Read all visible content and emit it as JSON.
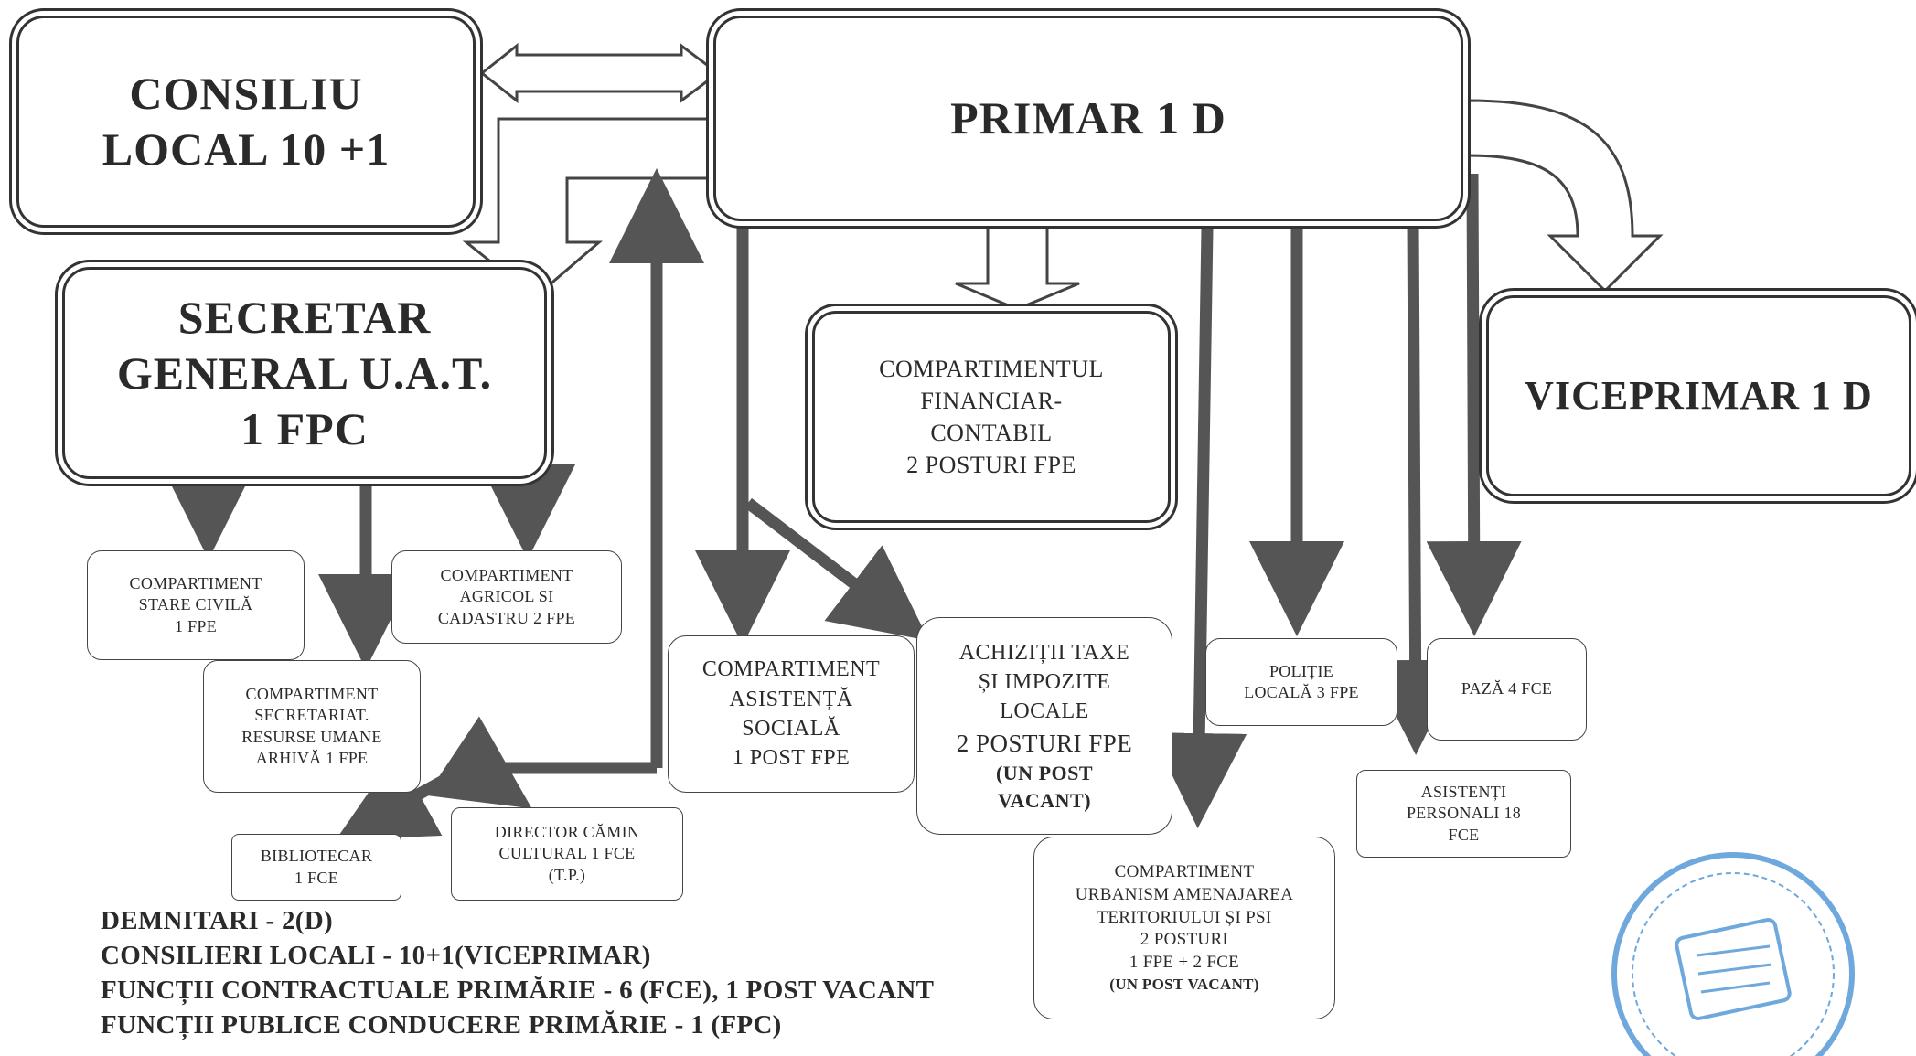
{
  "boxes": {
    "consiliu": {
      "lines": [
        "CONSILIU",
        "LOCAL 10 +1"
      ]
    },
    "primar": {
      "lines": [
        "PRIMAR 1 D"
      ]
    },
    "secretar": {
      "lines": [
        "SECRETAR",
        "GENERAL U.A.T.",
        "1 FPC"
      ]
    },
    "viceprimar": {
      "lines": [
        "VICEPRIMAR 1 D"
      ]
    },
    "financiar": {
      "lines": [
        "COMPARTIMENTUL",
        "FINANCIAR-",
        "CONTABIL",
        "2 POSTURI FPE"
      ]
    },
    "stare_civila": {
      "lines": [
        "COMPARTIMENT",
        "STARE CIVILĂ",
        "1 FPE"
      ]
    },
    "agricol": {
      "lines": [
        "COMPARTIMENT",
        "AGRICOL  SI",
        "CADASTRU 2 FPE"
      ]
    },
    "secretariat": {
      "lines": [
        "COMPARTIMENT",
        "SECRETARIAT.",
        "RESURSE UMANE",
        "ARHIVĂ 1 FPE"
      ]
    },
    "bibliotecar": {
      "lines": [
        "BIBLIOTECAR",
        "1 FCE"
      ]
    },
    "director": {
      "lines": [
        "DIRECTOR CĂMIN",
        "CULTURAL 1 FCE",
        "(T.P.)"
      ]
    },
    "asistenta": {
      "lines": [
        "COMPARTIMENT",
        "ASISTENȚĂ",
        "SOCIALĂ",
        "1 POST FPE"
      ]
    },
    "achizitii": {
      "lines": [
        "ACHIZIȚII TAXE",
        "ȘI IMPOZITE",
        "LOCALE",
        "2 POSTURI FPE"
      ],
      "note": [
        "(UN POST",
        "VACANT)"
      ]
    },
    "politie": {
      "lines": [
        "POLIȚIE",
        "LOCALĂ 3 FPE"
      ]
    },
    "paza": {
      "lines": [
        "PAZĂ 4 FCE"
      ]
    },
    "asistenti": {
      "lines": [
        "ASISTENȚI",
        "PERSONALI 18",
        "FCE"
      ]
    },
    "urbanism": {
      "lines": [
        "COMPARTIMENT",
        "URBANISM AMENAJAREA",
        "TERITORIULUI ȘI PSI",
        "2 POSTURI",
        "1 FPE + 2 FCE"
      ],
      "note": [
        "(UN POST VACANT)"
      ]
    }
  },
  "legend": [
    "DEMNITARI  - 2(D)",
    "CONSILIERI LOCALI  - 10+1(VICEPRIMAR)",
    "FUNCȚII CONTRACTUALE PRIMĂRIE  - 6 (FCE),  1 POST VACANT",
    "FUNCȚII PUBLICE CONDUCERE PRIMĂRIE  - 1 (FPC)"
  ],
  "colors": {
    "line": "#555555",
    "border": "#333333",
    "stamp": "#6fa8dc"
  }
}
